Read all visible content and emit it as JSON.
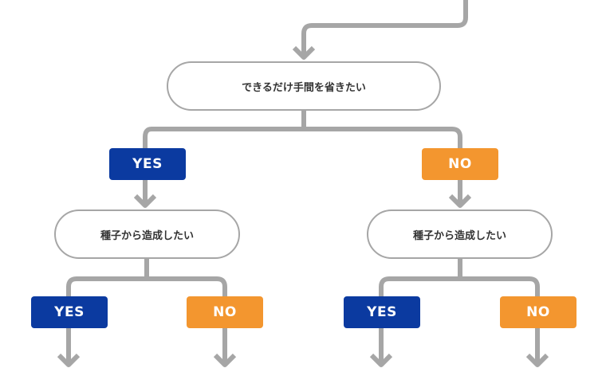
{
  "colors": {
    "yes": "#0b3aa0",
    "no": "#f3962f",
    "line": "#a6a6a6",
    "text": "#333333"
  },
  "root": {
    "question": "できるだけ手間を省きたい"
  },
  "level1": {
    "yes_label": "YES",
    "no_label": "NO"
  },
  "left_branch": {
    "question": "種子から造成したい",
    "yes_label": "YES",
    "no_label": "NO"
  },
  "right_branch": {
    "question": "種子から造成したい",
    "yes_label": "YES",
    "no_label": "NO"
  }
}
